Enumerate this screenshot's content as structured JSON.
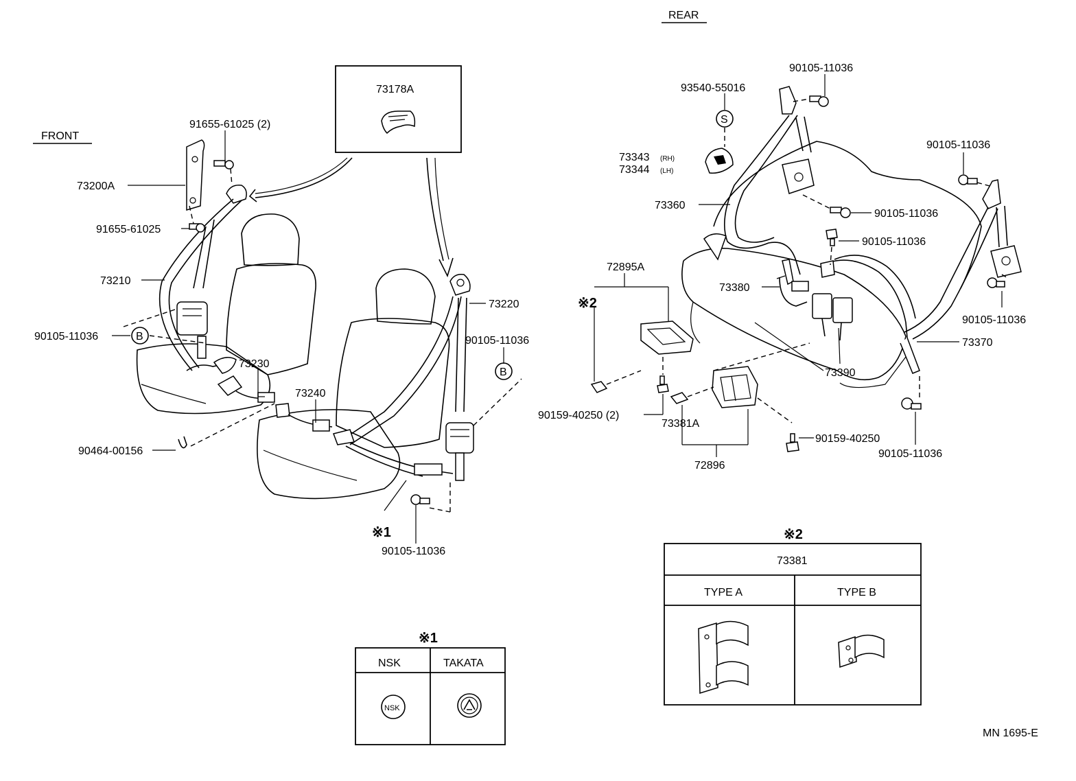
{
  "sections": {
    "front": "FRONT",
    "rear": "REAR"
  },
  "front_labels": {
    "p73178a": "73178A",
    "p91655_61025_2": "91655-61025 (2)",
    "p73200a": "73200A",
    "p91655_61025": "91655-61025",
    "p73210": "73210",
    "p90105_left": "90105-11036",
    "p73230": "73230",
    "p73240": "73240",
    "p90464": "90464-00156",
    "p73220": "73220",
    "p90105_right": "90105-11036",
    "p90105_bottom": "90105-11036",
    "note1_ref": "※1"
  },
  "rear_labels": {
    "p90105_top": "90105-11036",
    "p93540": "93540-55016",
    "p73343": "73343",
    "p73343_side": "(RH)",
    "p73344": "73344",
    "p73344_side": "(LH)",
    "p73360": "73360",
    "p90105_mid": "90105-11036",
    "p90105_mid2": "90105-11036",
    "p90105_right_top": "90105-11036",
    "p90105_right_mid": "90105-11036",
    "p72895a": "72895A",
    "note2_ref": "※2",
    "p73380": "73380",
    "p73370": "73370",
    "p73390": "73390",
    "p90159_2": "90159-40250 (2)",
    "p73381a": "73381A",
    "p90159": "90159-40250",
    "p90105_right_bot": "90105-11036",
    "p72896": "72896"
  },
  "callouts": {
    "b": "B",
    "s": "S"
  },
  "note1_table": {
    "title": "※1",
    "col_a": "NSK",
    "col_b": "TAKATA",
    "emblem_text": "NSK"
  },
  "note2_table": {
    "title": "※2",
    "part": "73381",
    "col_a": "TYPE A",
    "col_b": "TYPE B"
  },
  "diagram_code": "MN 1695-E"
}
